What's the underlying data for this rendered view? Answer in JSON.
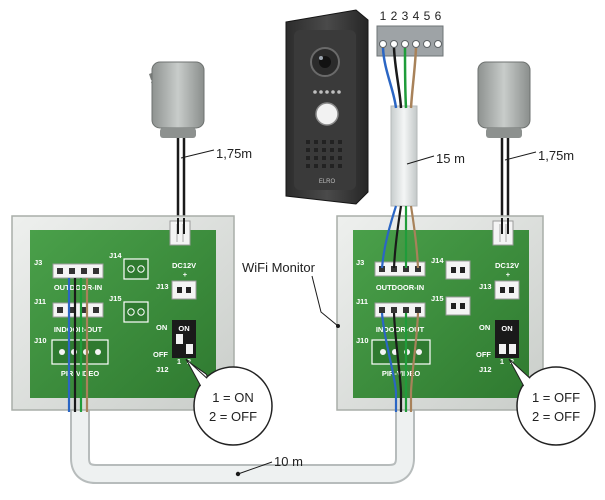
{
  "terminal_numbers": [
    "1",
    "2",
    "3",
    "4",
    "5",
    "6"
  ],
  "cable_lengths": {
    "left_adapter": "1,75m",
    "right_adapter": "1,75m",
    "door_station": "15 m",
    "between_units": "10 m"
  },
  "callout_wifi": "WiFi Monitor",
  "doorbell_brand": "ELRO",
  "left_board": {
    "j3": "J3",
    "j11": "J11",
    "j10": "J10",
    "j14": "J14",
    "j15": "J15",
    "j13": "J13",
    "j12": "J12",
    "dc": "DC12V",
    "plus": "+",
    "outdoor_in": "OUTDOOR-IN",
    "indoor_out": "INDOOR-OUT",
    "pir_video": "PIR-VIDEO",
    "on": "ON",
    "off": "OFF",
    "sw_on": "ON",
    "sw_1": "1",
    "sw_2": "2",
    "setting_1": "1 = ON",
    "setting_2": "2 = OFF"
  },
  "right_board": {
    "j3": "J3",
    "j11": "J11",
    "j10": "J10",
    "j14": "J14",
    "j15": "J15",
    "j13": "J13",
    "j12": "J12",
    "dc": "DC12V",
    "plus": "+",
    "outdoor_in": "OUTDOOR-IN",
    "indoor_out": "INDOOR-OUT",
    "pir_video": "PIR-VIDEO",
    "on": "ON",
    "off": "OFF",
    "sw_on": "ON",
    "sw_1": "1",
    "sw_2": "2",
    "setting_1": "1 = OFF",
    "setting_2": "2 = OFF"
  },
  "colors": {
    "pcb": "#3a8a3a",
    "frame": "#d8dcd8",
    "cable": "#dfe3e3",
    "wire_blue": "#2b66c4",
    "wire_black": "#1a1a1a",
    "wire_green": "#1f9c3a",
    "wire_brown": "#a8825a"
  }
}
